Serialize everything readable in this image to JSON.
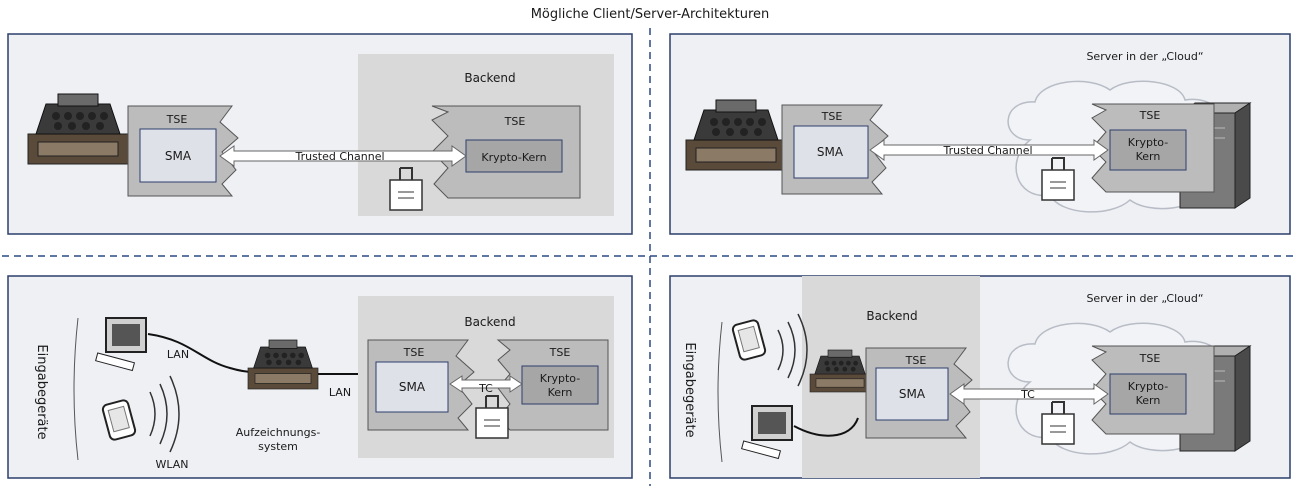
{
  "title": "Mögliche Client/Server-Architekturen",
  "panels": {
    "top_left": {
      "backend_label": "Backend",
      "tse_client": "TSE",
      "sma": "SMA",
      "channel": "Trusted Channel",
      "tse_backend": "TSE",
      "krypto": "Krypto-Kern"
    },
    "top_right": {
      "cloud_label": "Server in der „Cloud“",
      "tse_client": "TSE",
      "sma": "SMA",
      "channel": "Trusted Channel",
      "tse_server": "TSE",
      "krypto_line1": "Krypto-",
      "krypto_line2": "Kern"
    },
    "bottom_left": {
      "side_label": "Eingabegeräte",
      "lan1": "LAN",
      "wlan": "WLAN",
      "recorder_line1": "Aufzeichnungs-",
      "recorder_line2": "system",
      "lan2": "LAN",
      "backend_label": "Backend",
      "tse_left": "TSE",
      "sma": "SMA",
      "tc": "TC",
      "tse_right": "TSE",
      "krypto_line1": "Krypto-",
      "krypto_line2": "Kern"
    },
    "bottom_right": {
      "side_label": "Eingabegeräte",
      "backend_label": "Backend",
      "tse": "TSE",
      "sma": "SMA",
      "tc": "TC",
      "cloud_label": "Server in der „Cloud“",
      "tse_server": "TSE",
      "krypto_line1": "Krypto-",
      "krypto_line2": "Kern"
    }
  },
  "colors": {
    "panel_bg": "#eef0f4",
    "panel_border": "#2c3e6b",
    "backend_bg": "#d9d9d9",
    "tse_fill": "#bcbcbc",
    "sma_fill": "#dfe1e8",
    "krypto_fill": "#a6a6a6",
    "divider": "#2c4a86"
  }
}
